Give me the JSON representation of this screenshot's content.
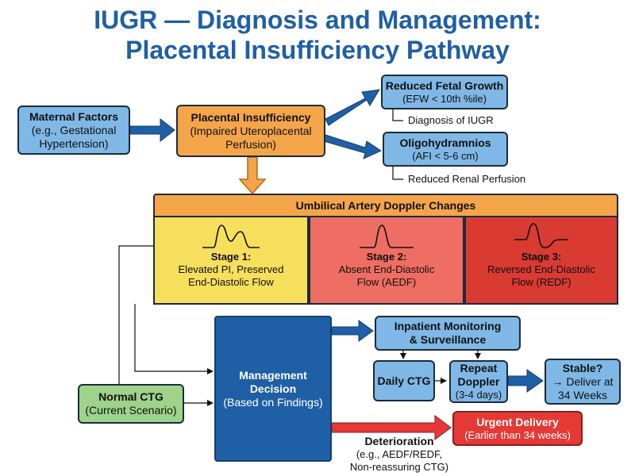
{
  "title_line1": "IUGR — Diagnosis and Management:",
  "title_line2": "Placental Insufficiency Pathway",
  "maternal": {
    "title": "Maternal Factors",
    "line1": "(e.g., Gestational",
    "line2": "Hypertension)"
  },
  "placental": {
    "title": "Placental Insufficiency",
    "line1": "(Impaired Uteroplacental",
    "line2": "Perfusion)"
  },
  "growth": {
    "title": "Reduced Fetal Growth",
    "subtitle": "(EFW < 10th %ile)",
    "note": "Diagnosis of IUGR"
  },
  "oligo": {
    "title": "Oligohydramnios",
    "subtitle": "(AFI < 5-6 cm)",
    "note": "Reduced Renal Perfusion"
  },
  "doppler": {
    "header": "Umbilical Artery Doppler Changes",
    "stages": [
      {
        "title": "Stage 1:",
        "line1": "Elevated PI, Preserved",
        "line2": "End-Diastolic Flow"
      },
      {
        "title": "Stage 2:",
        "line1": "Absent End-Diastolic",
        "line2": "Flow (AEDF)"
      },
      {
        "title": "Stage 3:",
        "line1": "Reversed End-Diastolic",
        "line2": "Flow (REDF)"
      }
    ]
  },
  "management": {
    "title_line1": "Management",
    "title_line2": "Decision",
    "subtitle": "(Based on Findings)"
  },
  "normal_ctg": {
    "title": "Normal CTG",
    "subtitle": "(Current Scenario)"
  },
  "inpatient": {
    "line1": "Inpatient Monitoring",
    "line2": "& Surveillance"
  },
  "daily_ctg": {
    "label": "Daily CTG"
  },
  "repeat_doppler": {
    "line1": "Repeat",
    "line2": "Doppler",
    "line3": "(3-4 days)"
  },
  "stable": {
    "title": "Stable?",
    "line1": "→ Deliver at",
    "line2": "34 Weeks"
  },
  "urgent": {
    "title": "Urgent Delivery",
    "subtitle": "(Earlier than 34 weeks)"
  },
  "deterioration": {
    "title": "Deterioration",
    "line1": "(e.g., AEDF/REDF,",
    "line2": "Non-reassuring CTG)"
  },
  "colors": {
    "title": "#1f5fa6",
    "light_blue": "#7fb8e6",
    "orange": "#f4a54a",
    "dark_blue": "#1f5fa6",
    "green": "#9fd28a",
    "red": "#e53935",
    "stage1": "#f7df5e",
    "stage2": "#ee6e63",
    "stage3": "#d93a32"
  }
}
